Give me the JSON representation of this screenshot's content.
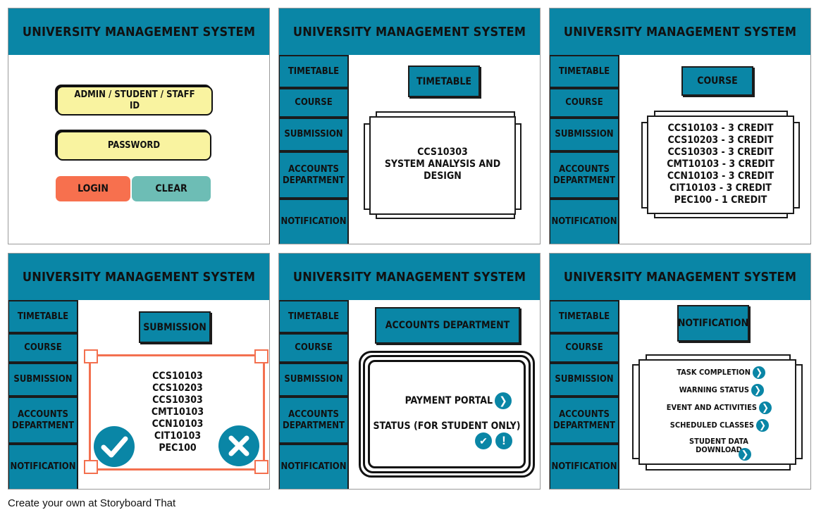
{
  "app_title": "UNIVERSITY MANAGEMENT SYSTEM",
  "nav": [
    "TIMETABLE",
    "COURSE",
    "SUBMISSION",
    "ACCOUNTS DEPARTMENT",
    "NOTIFICATION"
  ],
  "login": {
    "id_placeholder": "ADMIN / STUDENT / STAFF ID",
    "password_placeholder": "PASSWORD",
    "login_label": "LOGIN",
    "clear_label": "CLEAR"
  },
  "timetable": {
    "title": "TIMETABLE",
    "lines": [
      "CCS10303",
      "SYSTEM ANALYSIS AND",
      "DESIGN"
    ]
  },
  "course": {
    "title": "COURSE",
    "items": [
      "CCS10103 - 3 CREDIT",
      "CCS10203 - 3 CREDIT",
      "CCS10303 - 3 CREDIT",
      "CMT10103 - 3 CREDIT",
      "CCN10103 - 3 CREDIT",
      "CIT10103 - 3 CREDIT",
      "PEC100 - 1 CREDIT"
    ]
  },
  "submission": {
    "title": "SUBMISSION",
    "items": [
      "CCS10103",
      "CCS10203",
      "CCS10303",
      "CMT10103",
      "CCN10103",
      "CIT10103",
      "PEC100"
    ]
  },
  "accounts": {
    "title": "ACCOUNTS DEPARTMENT",
    "payment_label": "PAYMENT PORTAL",
    "status_label": "STATUS (FOR STUDENT ONLY)"
  },
  "notification": {
    "title": "NOTIFICATION",
    "items": [
      "TASK COMPLETION",
      "WARNING STATUS",
      "EVENT AND ACTIVITIES",
      "SCHEDULED CLASSES",
      "STUDENT DATA DOWNLOAD"
    ]
  },
  "footer": "Create your own at Storyboard That",
  "colors": {
    "accent": "#0a86a6",
    "input": "#f9f3a0",
    "login": "#f7704e",
    "clear": "#6dbdb5",
    "select": "#f3704f"
  }
}
